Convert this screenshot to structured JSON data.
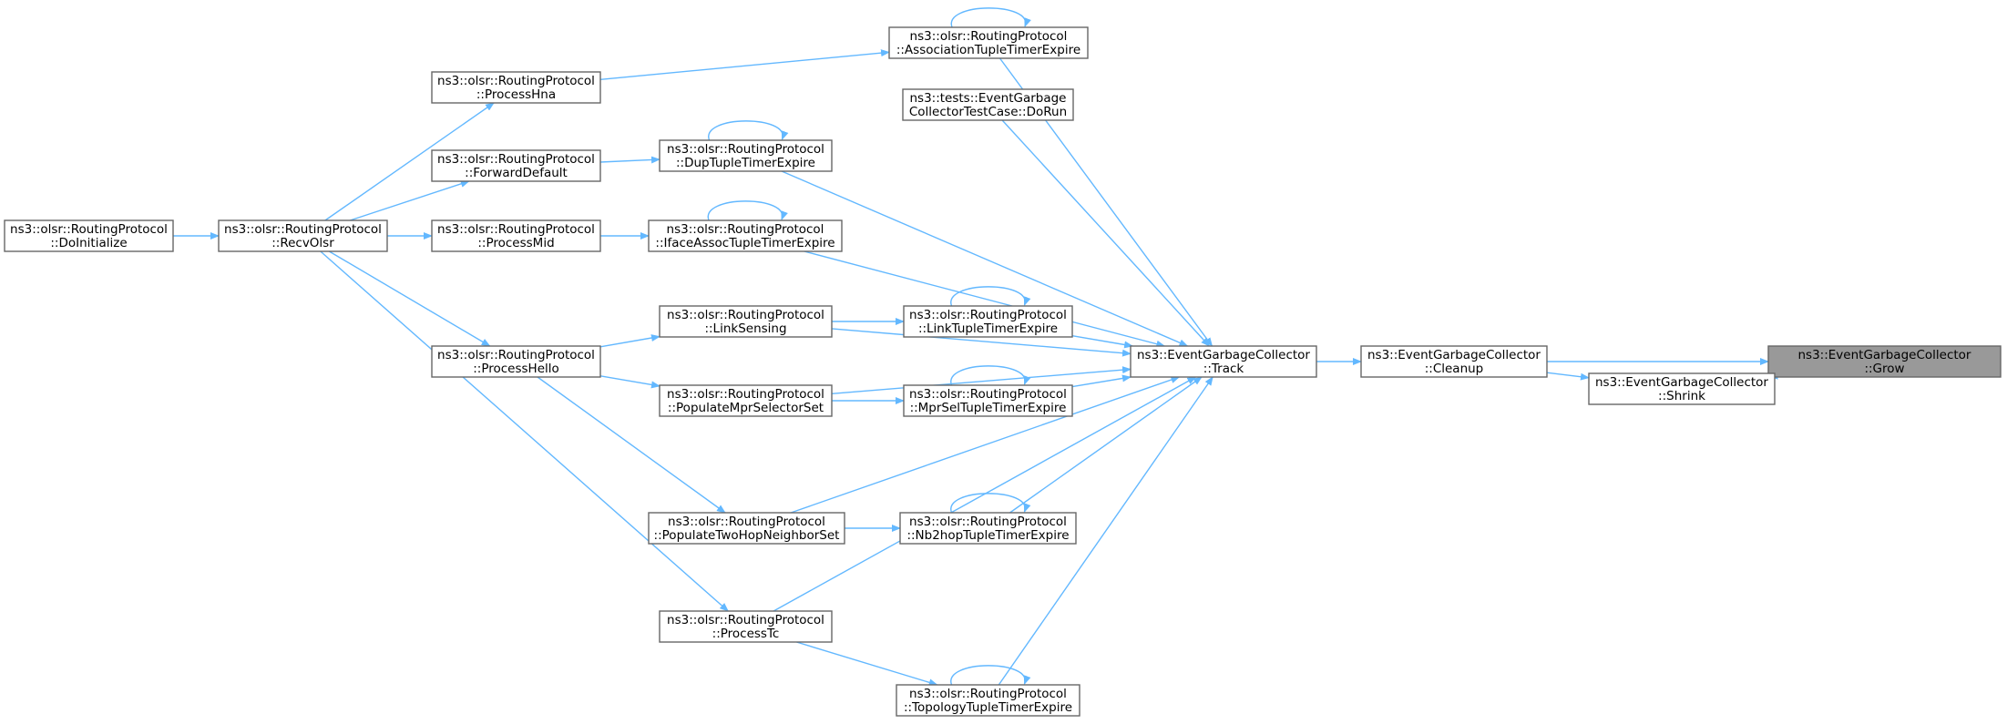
{
  "colors": {
    "edge": "#63b8ff",
    "node_border": "#666666",
    "focus_fill": "#999999",
    "background": "#ffffff"
  },
  "nodes": [
    {
      "id": "grow",
      "line1": "ns3::EventGarbageCollector",
      "line2": "::Grow",
      "focus": true
    },
    {
      "id": "shrink",
      "line1": "ns3::EventGarbageCollector",
      "line2": "::Shrink"
    },
    {
      "id": "cleanup",
      "line1": "ns3::EventGarbageCollector",
      "line2": "::Cleanup"
    },
    {
      "id": "track",
      "line1": "ns3::EventGarbageCollector",
      "line2": "::Track"
    },
    {
      "id": "assoc",
      "line1": "ns3::olsr::RoutingProtocol",
      "line2": "::AssociationTupleTimerExpire"
    },
    {
      "id": "tests",
      "line1": "ns3::tests::EventGarbage",
      "line2": "CollectorTestCase::DoRun"
    },
    {
      "id": "dup",
      "line1": "ns3::olsr::RoutingProtocol",
      "line2": "::DupTupleTimerExpire"
    },
    {
      "id": "iface",
      "line1": "ns3::olsr::RoutingProtocol",
      "line2": "::IfaceAssocTupleTimerExpire"
    },
    {
      "id": "linksensing",
      "line1": "ns3::olsr::RoutingProtocol",
      "line2": "::LinkSensing"
    },
    {
      "id": "linktuple",
      "line1": "ns3::olsr::RoutingProtocol",
      "line2": "::LinkTupleTimerExpire"
    },
    {
      "id": "mprsel",
      "line1": "ns3::olsr::RoutingProtocol",
      "line2": "::MprSelTupleTimerExpire"
    },
    {
      "id": "popmpr",
      "line1": "ns3::olsr::RoutingProtocol",
      "line2": "::PopulateMprSelectorSet"
    },
    {
      "id": "nb2hop",
      "line1": "ns3::olsr::RoutingProtocol",
      "line2": "::Nb2hopTupleTimerExpire"
    },
    {
      "id": "pop2hop",
      "line1": "ns3::olsr::RoutingProtocol",
      "line2": "::PopulateTwoHopNeighborSet"
    },
    {
      "id": "processtc",
      "line1": "ns3::olsr::RoutingProtocol",
      "line2": "::ProcessTc"
    },
    {
      "id": "topo",
      "line1": "ns3::olsr::RoutingProtocol",
      "line2": "::TopologyTupleTimerExpire"
    },
    {
      "id": "hna",
      "line1": "ns3::olsr::RoutingProtocol",
      "line2": "::ProcessHna"
    },
    {
      "id": "fwd",
      "line1": "ns3::olsr::RoutingProtocol",
      "line2": "::ForwardDefault"
    },
    {
      "id": "mid",
      "line1": "ns3::olsr::RoutingProtocol",
      "line2": "::ProcessMid"
    },
    {
      "id": "hello",
      "line1": "ns3::olsr::RoutingProtocol",
      "line2": "::ProcessHello"
    },
    {
      "id": "recv",
      "line1": "ns3::olsr::RoutingProtocol",
      "line2": "::RecvOlsr"
    },
    {
      "id": "doinit",
      "line1": "ns3::olsr::RoutingProtocol",
      "line2": "::DoInitialize"
    }
  ],
  "edges": [
    {
      "from": "cleanup",
      "to": "grow"
    },
    {
      "from": "shrink",
      "to": "grow"
    },
    {
      "from": "cleanup",
      "to": "shrink"
    },
    {
      "from": "track",
      "to": "cleanup"
    },
    {
      "from": "assoc",
      "to": "track"
    },
    {
      "from": "tests",
      "to": "track"
    },
    {
      "from": "dup",
      "to": "track"
    },
    {
      "from": "iface",
      "to": "track"
    },
    {
      "from": "linksensing",
      "to": "track"
    },
    {
      "from": "linktuple",
      "to": "track"
    },
    {
      "from": "mprsel",
      "to": "track"
    },
    {
      "from": "popmpr",
      "to": "track"
    },
    {
      "from": "nb2hop",
      "to": "track"
    },
    {
      "from": "pop2hop",
      "to": "track"
    },
    {
      "from": "processtc",
      "to": "track"
    },
    {
      "from": "topo",
      "to": "track"
    },
    {
      "from": "assoc",
      "to": "assoc"
    },
    {
      "from": "dup",
      "to": "dup"
    },
    {
      "from": "iface",
      "to": "iface"
    },
    {
      "from": "linktuple",
      "to": "linktuple"
    },
    {
      "from": "mprsel",
      "to": "mprsel"
    },
    {
      "from": "nb2hop",
      "to": "nb2hop"
    },
    {
      "from": "topo",
      "to": "topo"
    },
    {
      "from": "hna",
      "to": "assoc"
    },
    {
      "from": "fwd",
      "to": "dup"
    },
    {
      "from": "mid",
      "to": "iface"
    },
    {
      "from": "linksensing",
      "to": "linktuple"
    },
    {
      "from": "popmpr",
      "to": "mprsel"
    },
    {
      "from": "pop2hop",
      "to": "nb2hop"
    },
    {
      "from": "processtc",
      "to": "topo"
    },
    {
      "from": "hello",
      "to": "linksensing"
    },
    {
      "from": "hello",
      "to": "popmpr"
    },
    {
      "from": "hello",
      "to": "pop2hop"
    },
    {
      "from": "recv",
      "to": "hna"
    },
    {
      "from": "recv",
      "to": "fwd"
    },
    {
      "from": "recv",
      "to": "mid"
    },
    {
      "from": "recv",
      "to": "hello"
    },
    {
      "from": "recv",
      "to": "processtc"
    },
    {
      "from": "doinit",
      "to": "recv"
    }
  ]
}
